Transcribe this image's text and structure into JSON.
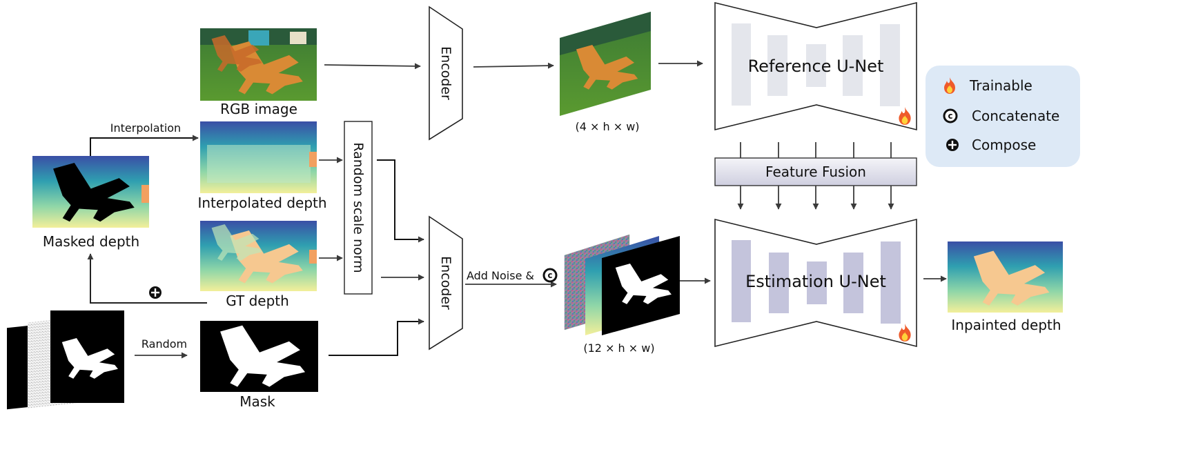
{
  "labels": {
    "rgb_image": "RGB image",
    "interpolated_depth": "Interpolated depth",
    "gt_depth": "GT depth",
    "masked_depth": "Masked depth",
    "mask": "Mask",
    "interpolation": "Interpolation",
    "random": "Random",
    "random_scale_norm": "Random scale norm",
    "encoder_top": "Encoder",
    "encoder_bottom": "Encoder",
    "add_noise": "Add Noise &",
    "latent_top_dims": "(4 × h × w)",
    "latent_bottom_dims": "(12 × h × w)",
    "reference_unet": "Reference U-Net",
    "feature_fusion": "Feature Fusion",
    "estimation_unet": "Estimation U-Net",
    "inpainted_depth": "Inpainted depth"
  },
  "legend": {
    "trainable": "Trainable",
    "concatenate": "Concatenate",
    "compose": "Compose"
  },
  "colors": {
    "reference_blocks": "#e4e6ec",
    "estimation_blocks": "#c4c4dc",
    "legend_bg": "#dde9f6",
    "fusion_top": "#f4f4f8",
    "fusion_bottom": "#cfcfe0",
    "grass": "#4a8a2c",
    "chair_orange": "#d98a35",
    "depth_far": "#3a4fa6",
    "depth_near": "#f3ef9a",
    "flame": "#ef5a2a"
  },
  "icons": [
    "fire-icon",
    "concatenate-icon",
    "compose-icon"
  ]
}
